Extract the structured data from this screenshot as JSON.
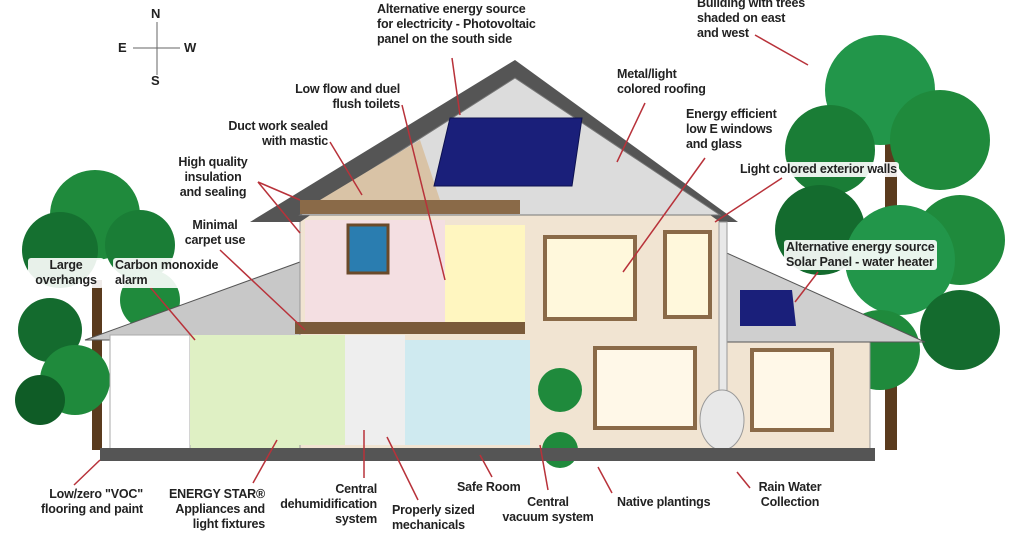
{
  "compass": {
    "north": "N",
    "south": "S",
    "east": "E",
    "west": "W"
  },
  "labels": {
    "pv_panel": "Alternative energy source\nfor electricity - Photovoltaic\npanel on the south side",
    "trees_shade": "Building with trees\nshaded on east\nand west",
    "toilets": "Low flow and duel\nflush toilets",
    "roofing": "Metal/light\ncolored roofing",
    "duct": "Duct work sealed\nwith mastic",
    "windows": "Energy efficient\nlow E windows\nand glass",
    "insulation": "High quality\ninsulation\nand sealing",
    "walls": "Light colored exterior walls",
    "carpet": "Minimal\ncarpet use",
    "solar_water": "Alternative energy source\nSolar Panel - water heater",
    "overhangs": "Large\noverhangs",
    "co_alarm": "Carbon monoxide\nalarm",
    "voc": "Low/zero \"VOC\"\nflooring and paint",
    "energy_star": "ENERGY STAR®\nAppliances and\nlight fixtures",
    "dehumid": "Central\ndehumidification\nsystem",
    "mechanicals": "Properly sized\nmechanicals",
    "safe_room": "Safe Room",
    "vacuum": "Central\nvacuum system",
    "native": "Native plantings",
    "rain": "Rain Water\nCollection"
  },
  "colors": {
    "arrow": "#b8323a",
    "roof": "#d6d6d6",
    "wall": "#f1e4d2",
    "tree": "#1f8a3c",
    "solar": "#1a1f7a"
  }
}
